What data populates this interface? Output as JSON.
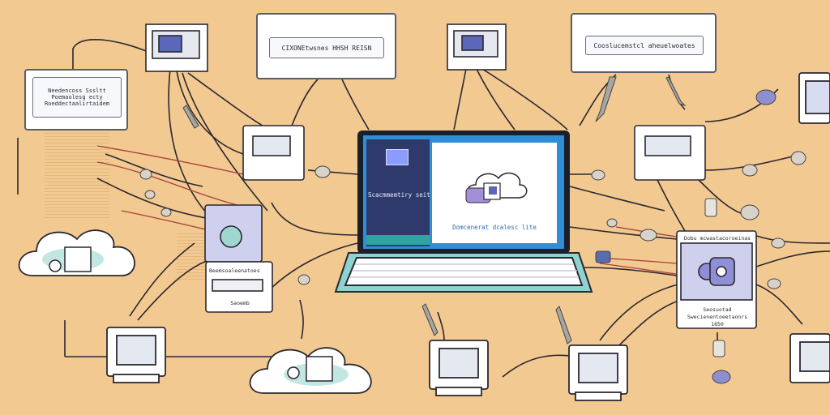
{
  "labels": {
    "top_center_box": "CIXONEtwsnes HHSH REISN",
    "top_right_box": "Cooslucemstcl aheuelwoates",
    "left_box_line1": "Needencoss Sssltt",
    "left_box_line2": "Poemaolesg ecty",
    "left_box_line3": "Roeddectaalirtaidem",
    "laptop_sidebar_label": "Scacmmemtiry seit",
    "laptop_pane_label": "Domcenerat dcalesc lite",
    "left_mid_panel_label": "Beemsoaleenatoes",
    "left_mid_panel_sub": "Saoemb",
    "right_panel_title": "Dobu mcwastacoroeinas",
    "right_panel_line1": "Seosuotad",
    "right_panel_line2": "Swecienentoeetaonrs",
    "right_panel_line3": "1850"
  },
  "colors": {
    "background": "#f2c990",
    "laptop_screen_blue": "#2e8fd6",
    "laptop_sidebar": "#2d3a6b",
    "cloud_accent": "#9fd6d0",
    "device_purple": "#8e8fd6"
  },
  "icons": [
    "laptop-icon",
    "cloud-icon",
    "monitor-icon",
    "server-icon",
    "connector-plug-icon"
  ]
}
